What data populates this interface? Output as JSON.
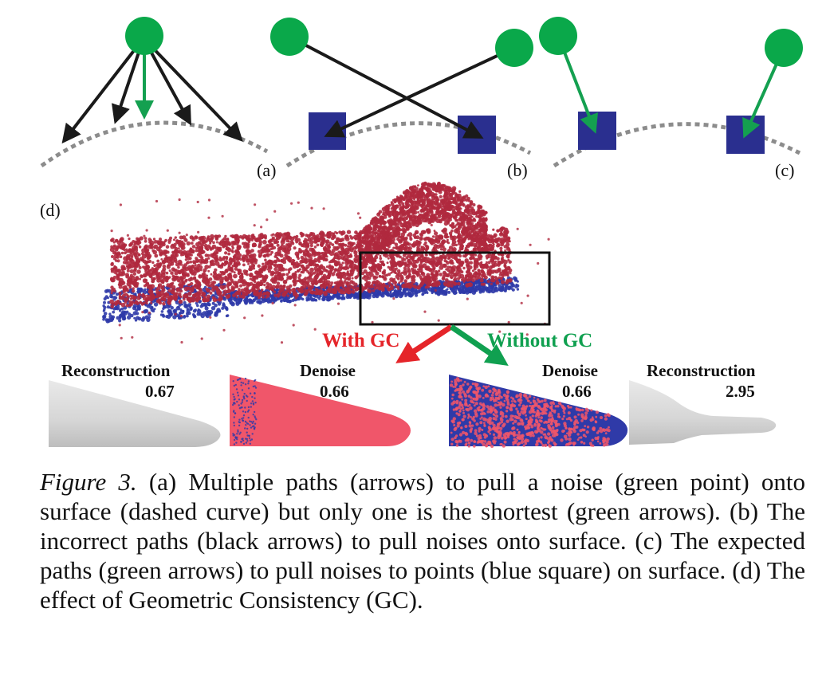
{
  "panels": {
    "a": {
      "label": "(a)"
    },
    "b": {
      "label": "(b)"
    },
    "c": {
      "label": "(c)"
    },
    "d": {
      "label": "(d)"
    }
  },
  "comparison": {
    "with_gc_label": "With GC",
    "without_gc_label": "Without GC",
    "with_gc_color": "#e5252a",
    "without_gc_color": "#10a050"
  },
  "results": [
    {
      "title": "Reconstruction",
      "value": "0.67"
    },
    {
      "title": "Denoise",
      "value": "0.66"
    },
    {
      "title": "Denoise",
      "value": "0.66"
    },
    {
      "title": "Reconstruction",
      "value": "2.95"
    }
  ],
  "colors": {
    "noise_point": "#0aa84a",
    "shortest_arrow": "#14a050",
    "wrong_arrow": "#1a1a1a",
    "surface_point": "#2a2f8f",
    "surface_curve": "#8c8c8c",
    "noisy_cloud": "#b0293e",
    "clean_cloud": "#2f3aa8",
    "denoised_red": "#f0566a"
  },
  "caption": {
    "label": "Figure 3.",
    "text": " (a) Multiple paths (arrows) to pull a noise (green point) onto surface (dashed curve) but only one is the shortest (green arrows).  (b) The incorrect paths (black arrows) to pull noises onto surface. (c) The expected paths (green arrows) to pull noises to points (blue square) on surface.  (d) The effect of Geometric Consistency (GC)."
  }
}
